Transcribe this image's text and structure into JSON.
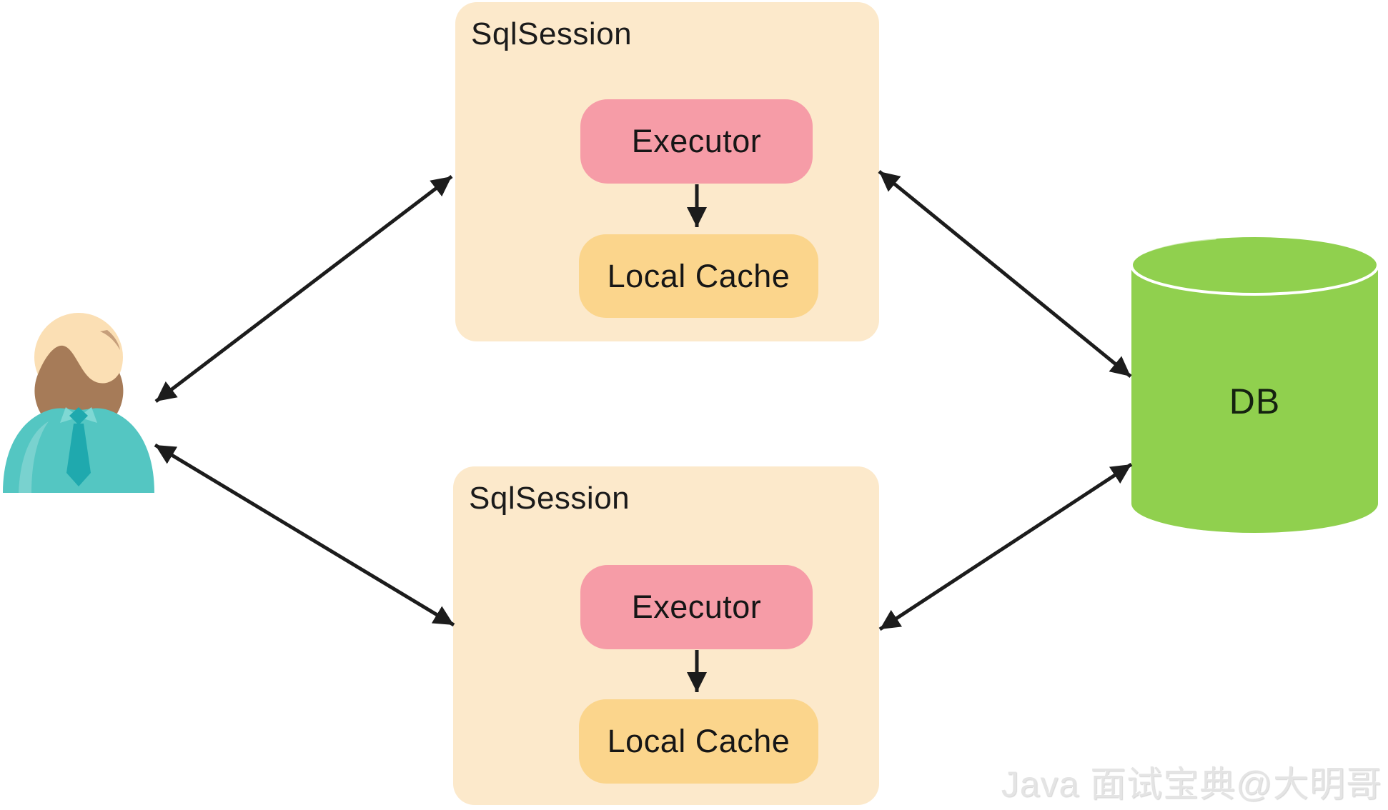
{
  "diagram": {
    "sessions": [
      {
        "title": "SqlSession",
        "executor_label": "Executor",
        "cache_label": "Local Cache"
      },
      {
        "title": "SqlSession",
        "executor_label": "Executor",
        "cache_label": "Local Cache"
      }
    ],
    "database": {
      "label": "DB"
    },
    "icons": {
      "user": "user-person-icon",
      "database": "database-cylinder-icon"
    },
    "arrows": [
      "user <-> sqlsession-1 (bidirectional)",
      "user <-> sqlsession-2 (bidirectional)",
      "sqlsession-1 <-> db (bidirectional)",
      "sqlsession-2 <-> db (bidirectional)",
      "executor-1 -> local-cache-1",
      "executor-2 -> local-cache-2"
    ],
    "colors": {
      "session_box": "#FCE9CB",
      "executor_pill": "#F69CA7",
      "cache_pill": "#FBD58C",
      "db_green": "#90D04E",
      "arrow_black": "#1C1C1C",
      "user_body_teal": "#54C6C2",
      "user_tie_teal": "#1FA9AE",
      "user_hair_brown": "#A67B58",
      "user_skin": "#FBDFB4",
      "watermark_gray": "#E4E4E4"
    }
  },
  "watermark": {
    "text": "Java 面试宝典@大明哥"
  }
}
